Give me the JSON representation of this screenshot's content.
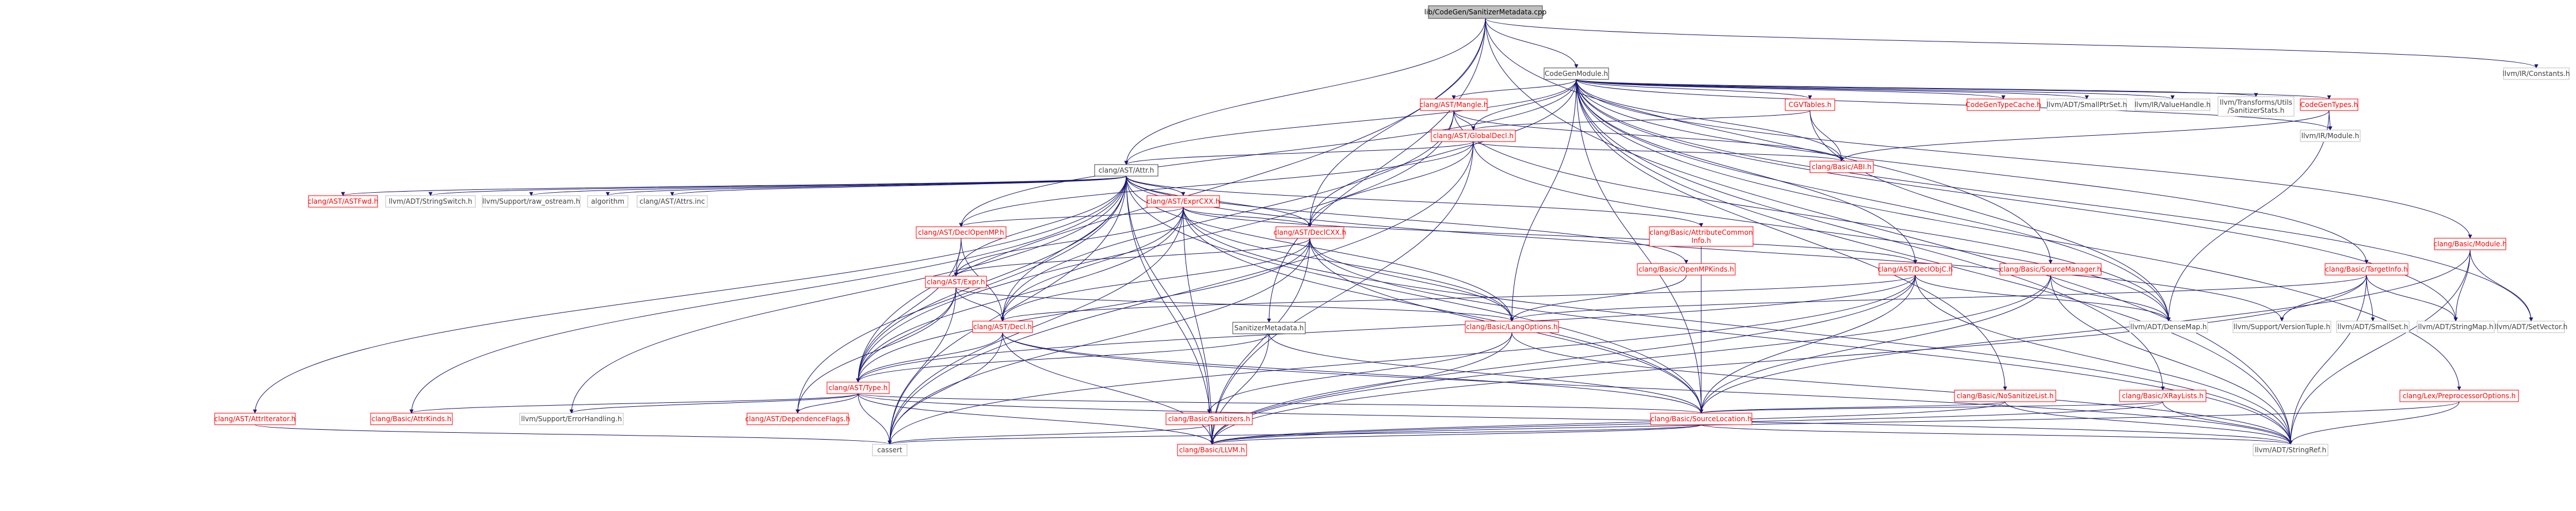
{
  "colors": {
    "root_fill": "#bfbfbf",
    "node_fill": "#ffffff",
    "node_border_red": "#ff0000",
    "node_border_grey": "#bfbfbf",
    "node_border_dark": "#404040",
    "edge_color": "#191970",
    "label_red": "#ff0000",
    "label_dark": "#404040",
    "label_grey": "#404040"
  },
  "nodes": [
    {
      "id": "root",
      "label": "lib/CodeGen/SanitizerMetadata.cpp",
      "style": "root"
    },
    {
      "id": "cgm",
      "label": "CodeGenModule.h",
      "style": "dark"
    },
    {
      "id": "llvmconst",
      "label": "llvm/IR/Constants.h",
      "style": "grey"
    },
    {
      "id": "mangle",
      "label": "clang/AST/Mangle.h",
      "style": "red"
    },
    {
      "id": "cgvtables",
      "label": "CGVTables.h",
      "style": "red"
    },
    {
      "id": "cgtypecache",
      "label": "CodeGenTypeCache.h",
      "style": "red"
    },
    {
      "id": "smallptrset",
      "label": "llvm/ADT/SmallPtrSet.h",
      "style": "grey"
    },
    {
      "id": "valuehandle",
      "label": "llvm/IR/ValueHandle.h",
      "style": "grey"
    },
    {
      "id": "sanstats1",
      "label": "llvm/Transforms/Utils",
      "style": "grey"
    },
    {
      "id": "cgtypes",
      "label": "CodeGenTypes.h",
      "style": "red"
    },
    {
      "id": "globaldecl",
      "label": "clang/AST/GlobalDecl.h",
      "style": "red"
    },
    {
      "id": "llvmmodule",
      "label": "llvm/IR/Module.h",
      "style": "grey"
    },
    {
      "id": "abi",
      "label": "clang/Basic/ABI.h",
      "style": "red"
    },
    {
      "id": "attr",
      "label": "clang/AST/Attr.h",
      "style": "dark"
    },
    {
      "id": "astfwd",
      "label": "clang/AST/ASTFwd.h",
      "style": "red"
    },
    {
      "id": "stringswitch",
      "label": "llvm/ADT/StringSwitch.h",
      "style": "grey"
    },
    {
      "id": "rawostream",
      "label": "llvm/Support/raw_ostream.h",
      "style": "grey"
    },
    {
      "id": "algorithm",
      "label": "algorithm",
      "style": "grey"
    },
    {
      "id": "attrsinc",
      "label": "clang/AST/Attrs.inc",
      "style": "grey"
    },
    {
      "id": "exprcxx",
      "label": "clang/AST/ExprCXX.h",
      "style": "red"
    },
    {
      "id": "declopenmp",
      "label": "clang/AST/DeclOpenMP.h",
      "style": "red"
    },
    {
      "id": "declcxx",
      "label": "clang/AST/DeclCXX.h",
      "style": "red"
    },
    {
      "id": "attrcommon1",
      "label": "clang/Basic/AttributeCommon",
      "style": "red"
    },
    {
      "id": "openmpkinds",
      "label": "clang/Basic/OpenMPKinds.h",
      "style": "red"
    },
    {
      "id": "declobjc",
      "label": "clang/AST/DeclObjC.h",
      "style": "red"
    },
    {
      "id": "srcmgr",
      "label": "clang/Basic/SourceManager.h",
      "style": "red"
    },
    {
      "id": "targetinfo",
      "label": "clang/Basic/TargetInfo.h",
      "style": "red"
    },
    {
      "id": "module",
      "label": "clang/Basic/Module.h",
      "style": "red"
    },
    {
      "id": "expr",
      "label": "clang/AST/Expr.h",
      "style": "red"
    },
    {
      "id": "decl",
      "label": "clang/AST/Decl.h",
      "style": "red"
    },
    {
      "id": "sanmeta",
      "label": "SanitizerMetadata.h",
      "style": "dark"
    },
    {
      "id": "langopts",
      "label": "clang/Basic/LangOptions.h",
      "style": "red"
    },
    {
      "id": "densemap",
      "label": "llvm/ADT/DenseMap.h",
      "style": "grey"
    },
    {
      "id": "vertuple",
      "label": "llvm/Support/VersionTuple.h",
      "style": "grey"
    },
    {
      "id": "smallset",
      "label": "llvm/ADT/SmallSet.h",
      "style": "grey"
    },
    {
      "id": "stringmap",
      "label": "llvm/ADT/StringMap.h",
      "style": "grey"
    },
    {
      "id": "setvector",
      "label": "llvm/ADT/SetVector.h",
      "style": "grey"
    },
    {
      "id": "nosanlist",
      "label": "clang/Basic/NoSanitizeList.h",
      "style": "red"
    },
    {
      "id": "xraylists",
      "label": "clang/Basic/XRayLists.h",
      "style": "red"
    },
    {
      "id": "ppopts",
      "label": "clang/Lex/PreprocessorOptions.h",
      "style": "red"
    },
    {
      "id": "type",
      "label": "clang/AST/Type.h",
      "style": "red"
    },
    {
      "id": "attriter",
      "label": "clang/AST/AttrIterator.h",
      "style": "red"
    },
    {
      "id": "attrkinds",
      "label": "clang/Basic/AttrKinds.h",
      "style": "red"
    },
    {
      "id": "errhandling",
      "label": "llvm/Support/ErrorHandling.h",
      "style": "grey"
    },
    {
      "id": "depflags",
      "label": "clang/AST/DependenceFlags.h",
      "style": "red"
    },
    {
      "id": "sanitizers",
      "label": "clang/Basic/Sanitizers.h",
      "style": "red"
    },
    {
      "id": "srcloc",
      "label": "clang/Basic/SourceLocation.h",
      "style": "red"
    },
    {
      "id": "cassert",
      "label": "cassert",
      "style": "grey"
    },
    {
      "id": "llvmh",
      "label": "clang/Basic/LLVM.h",
      "style": "red"
    },
    {
      "id": "stringref",
      "label": "llvm/ADT/StringRef.h",
      "style": "grey"
    }
  ],
  "node_label_line2": {
    "sanstats": "/SanitizerStats.h",
    "attrcommon": "Info.h"
  }
}
